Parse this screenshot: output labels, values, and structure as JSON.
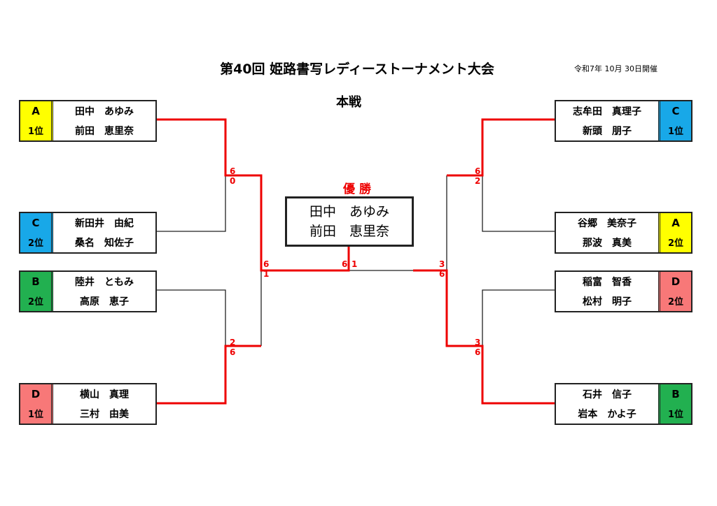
{
  "header": {
    "title": "第40回 姫路書写レディーストーナメント大会",
    "subtitle": "本戦",
    "date": "令和7年 10月 30日開催"
  },
  "colors": {
    "A": "#ffff00",
    "B": "#22b050",
    "C": "#18a8e8",
    "D": "#f87878",
    "win": "#e00000"
  },
  "teams": [
    {
      "group": "A",
      "rank": "1位",
      "p1": "田中　あゆみ",
      "p2": "前田　恵里奈"
    },
    {
      "group": "C",
      "rank": "2位",
      "p1": "新田井　由紀",
      "p2": "桑名　知佐子"
    },
    {
      "group": "B",
      "rank": "2位",
      "p1": "陸井　ともみ",
      "p2": "高原　恵子"
    },
    {
      "group": "D",
      "rank": "1位",
      "p1": "横山　真理",
      "p2": "三村　由美"
    },
    {
      "group": "C",
      "rank": "1位",
      "p1": "志牟田　真理子",
      "p2": "新頭　朋子"
    },
    {
      "group": "A",
      "rank": "2位",
      "p1": "谷郷　美奈子",
      "p2": "那波　真美"
    },
    {
      "group": "D",
      "rank": "2位",
      "p1": "稲富　智香",
      "p2": "松村　明子"
    },
    {
      "group": "B",
      "rank": "1位",
      "p1": "石井　信子",
      "p2": "岩本　かよ子"
    }
  ],
  "scores": {
    "l1": [
      "6",
      "0"
    ],
    "l2": [
      "2",
      "6"
    ],
    "lsemi": [
      "6",
      "1"
    ],
    "r1": [
      "6",
      "2"
    ],
    "r2": [
      "3",
      "6"
    ],
    "rsemi": [
      "3",
      "6"
    ],
    "final": [
      "6",
      "1"
    ]
  },
  "champion": {
    "label": "優 勝",
    "p1": "田中　あゆみ",
    "p2": "前田　恵里奈"
  }
}
